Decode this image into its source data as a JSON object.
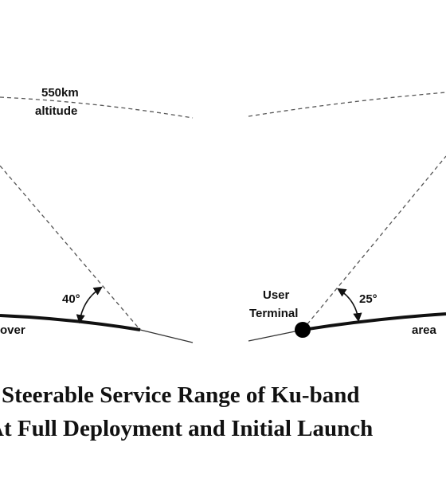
{
  "diagram": {
    "left_panel": {
      "altitude_label_line1": "550km",
      "altitude_label_line2": "altitude",
      "angle_label": "40°",
      "coverage_label": "over"
    },
    "right_panel": {
      "terminal_label_line1": "User",
      "terminal_label_line2": "Terminal",
      "angle_label": "25°",
      "coverage_label": "area"
    }
  },
  "caption": {
    "line1": "Steerable Service Range of Ku-band",
    "line2": "At Full Deployment and Initial Launch"
  }
}
